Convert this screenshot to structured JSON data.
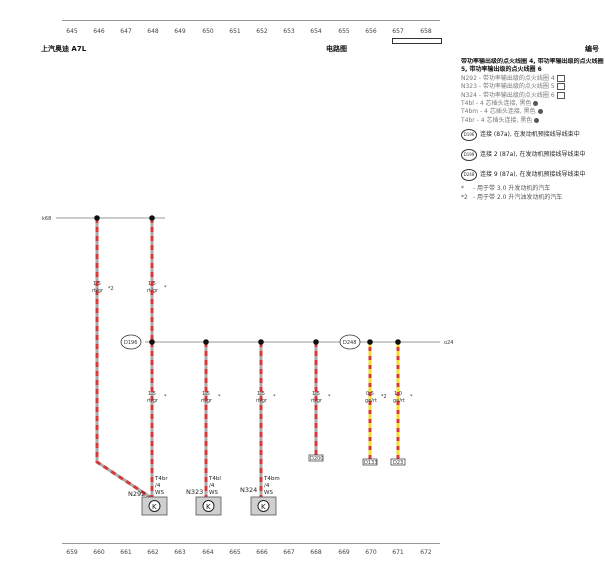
{
  "ruler_top": [
    "645",
    "646",
    "647",
    "648",
    "649",
    "650",
    "651",
    "652",
    "653",
    "654",
    "655",
    "656",
    "657",
    "658"
  ],
  "ruler_bottom": [
    "659",
    "660",
    "661",
    "662",
    "663",
    "664",
    "665",
    "666",
    "667",
    "668",
    "669",
    "670",
    "671",
    "672"
  ],
  "header": {
    "model": "上汽奥迪 A7L",
    "diagram": "电路图",
    "right": "编号"
  },
  "legend": {
    "title": "带功率输出级的点火线圈 4, 带功率输出级的点火线圈 5, 带功率输出级的点火线圈 6",
    "items": [
      "N292 - 带功率输出级的点火线圈 4",
      "N323 - 带功率输出级的点火线圈 5",
      "N324 - 带功率输出级的点火线圈 6",
      "T4bl - 4 芯插头连接, 黑色",
      "T4bm - 4 芯插头连接, 黑色",
      "T4br - 4 芯插头连接, 黑色"
    ],
    "connections": [
      {
        "id": "D196",
        "text": "连接 (87a), 在发动机预接线导线束中"
      },
      {
        "id": "D199",
        "text": "连接 2 (87a), 在发动机预接线导线束中"
      },
      {
        "id": "D248",
        "text": "连接 9 (87a), 在发动机预接线导线束中"
      }
    ],
    "notes": [
      {
        "mark": "*",
        "text": "用于带 3.0 升发动机的汽车"
      },
      {
        "mark": "*2",
        "text": "用于带 2.0 升汽油发动机的汽车"
      }
    ]
  },
  "diagram": {
    "edge_left": "k68",
    "edge_right": "o24",
    "wires": [
      {
        "size": "1.5",
        "color": "rt/gr",
        "mark": "*2"
      },
      {
        "size": "1.5",
        "color": "rt/gr",
        "mark": "*"
      },
      {
        "size": "1.5",
        "color": "rt/gr",
        "mark": "*"
      },
      {
        "size": "1.5",
        "color": "rt/gr",
        "mark": "*"
      },
      {
        "size": "1.5",
        "color": "rt/gr",
        "mark": "*"
      },
      {
        "size": "1.5",
        "color": "rt/gr",
        "mark": "*"
      },
      {
        "size": "0.5",
        "color": "ge/rt",
        "mark": "*2"
      },
      {
        "size": "1.0",
        "color": "ge/rt",
        "mark": "*"
      }
    ],
    "connectors": [
      "D196",
      "D248"
    ],
    "terminals": [
      "D200",
      "D133",
      "D23"
    ],
    "coils": [
      {
        "name": "N292",
        "plug": "T4br",
        "pin": "/4",
        "sub": "WS"
      },
      {
        "name": "N323",
        "plug": "T4bl",
        "pin": "/4",
        "sub": "WS"
      },
      {
        "name": "N324",
        "plug": "T4bm",
        "pin": "/4",
        "sub": "WS"
      }
    ]
  },
  "colors": {
    "red": "#d83838",
    "yellow": "#f2de2a",
    "grey": "#aaaaaa",
    "node": "#111111"
  }
}
